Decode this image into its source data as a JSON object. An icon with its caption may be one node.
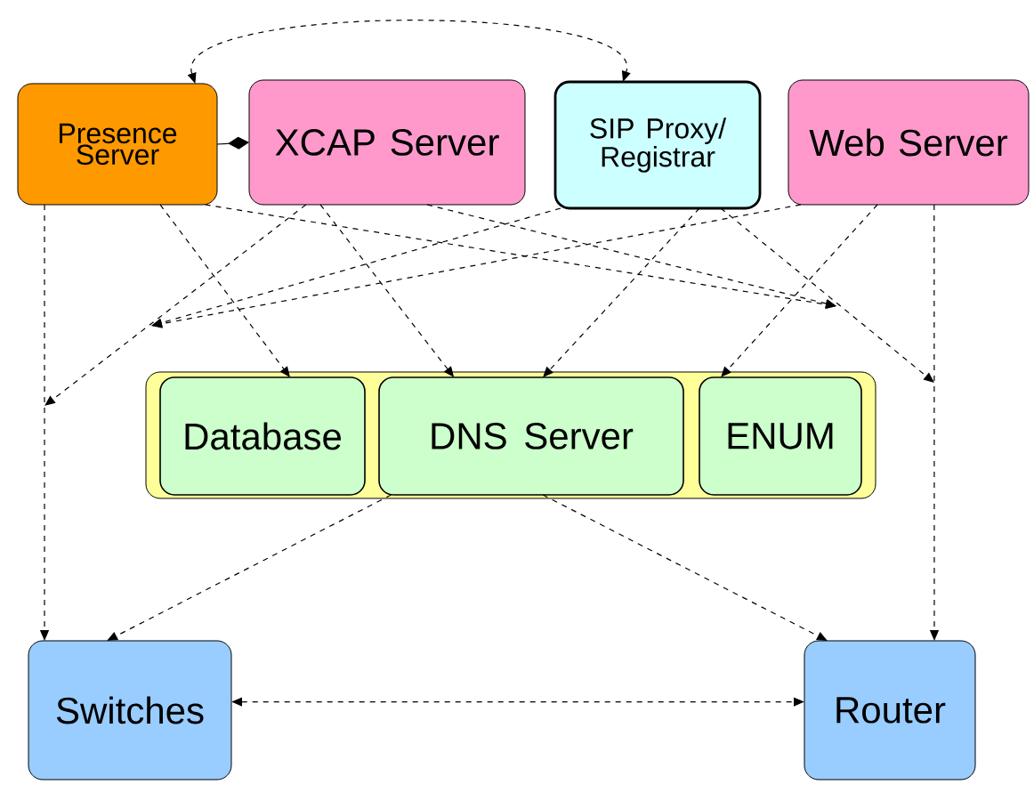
{
  "diagram": {
    "nodes": [
      {
        "text": [
          "Presence Server"
        ]
      },
      {
        "text": [
          "XCAP Server"
        ]
      },
      {
        "text": [
          "SIP Proxy/ Registrar"
        ]
      },
      {
        "text": [
          "Web Server"
        ]
      },
      {
        "text": [],
        "shape": "box"
      },
      {
        "text": [
          "Database"
        ],
        "in": 4
      },
      {
        "text": [
          "DNS Server"
        ],
        "in": 4
      },
      {
        "text": [
          "ENUM"
        ],
        "in": 4
      },
      {
        "text": [
          "Switches"
        ]
      },
      {
        "text": [
          "Router"
        ]
      }
    ],
    "edges": [
      {
        "from": 0,
        "to": 8,
        "arrow": "to",
        "style": "dashed"
      },
      {
        "from": 0,
        "to": 5,
        "arrow": "to",
        "style": "dashed"
      },
      {
        "from": 0,
        "to": null,
        "arrow": "to",
        "style": "dashed"
      },
      {
        "from": 1,
        "to": null,
        "arrow": "to",
        "style": "dashed"
      },
      {
        "from": 1,
        "to": 6,
        "arrow": "to",
        "style": "dashed"
      },
      {
        "from": 1,
        "to": null,
        "arrow": "to",
        "style": "dashed"
      },
      {
        "from": 2,
        "to": null,
        "arrow": "to",
        "style": "dashed"
      },
      {
        "from": 2,
        "to": 6,
        "arrow": "to",
        "style": "dashed"
      },
      {
        "from": 2,
        "to": null,
        "arrow": "to",
        "style": "dashed"
      },
      {
        "from": 3,
        "to": null,
        "arrow": "to",
        "style": "dashed"
      },
      {
        "from": 3,
        "to": 7,
        "arrow": "to",
        "style": "dashed"
      },
      {
        "from": 3,
        "to": 9,
        "arrow": "to",
        "style": "dashed"
      },
      {
        "from": 0,
        "to": 2,
        "arrow": "both",
        "style": "dashed"
      },
      {
        "from": 0,
        "to": 1,
        "arrow": "other"
      },
      {
        "from": 6,
        "to": 8,
        "arrow": "to",
        "style": "dashed"
      },
      {
        "from": 6,
        "to": 9,
        "arrow": "to",
        "style": "dashed"
      },
      {
        "from": 8,
        "to": 9,
        "arrow": "both",
        "style": "dashed"
      }
    ]
  }
}
